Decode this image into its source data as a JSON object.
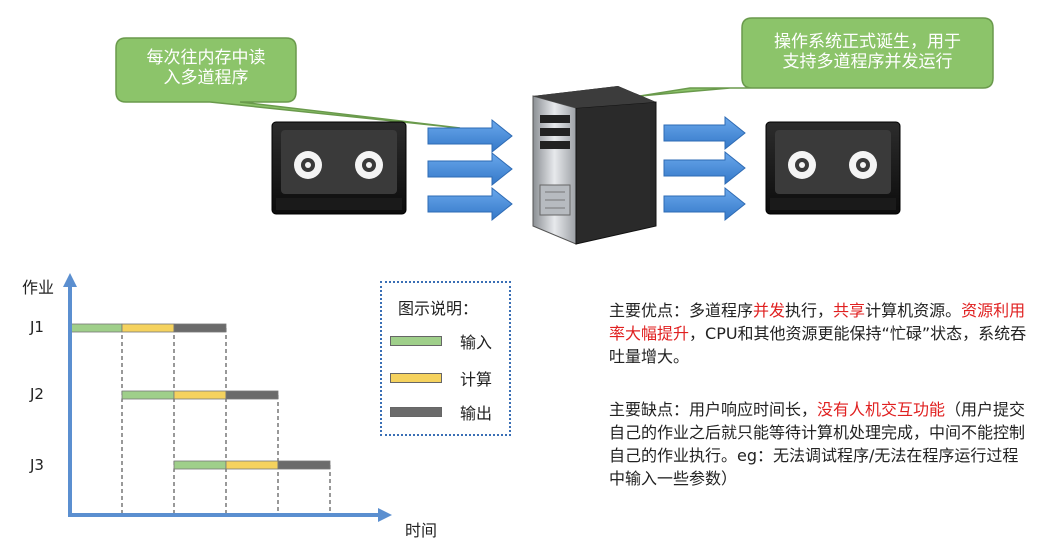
{
  "callouts": {
    "left": {
      "line1": "每次往内存中读",
      "line2": "入多道程序"
    },
    "right": {
      "line1": "操作系统正式诞生，用于",
      "line2": "支持多道程序并发运行"
    }
  },
  "chart_data": {
    "type": "gantt",
    "xlabel": "时间",
    "ylabel": "作业",
    "jobs": [
      {
        "name": "J1",
        "phases": [
          {
            "type": "输入",
            "start": 0,
            "end": 1
          },
          {
            "type": "计算",
            "start": 1,
            "end": 2
          },
          {
            "type": "输出",
            "start": 2,
            "end": 3
          }
        ]
      },
      {
        "name": "J2",
        "phases": [
          {
            "type": "输入",
            "start": 1,
            "end": 2
          },
          {
            "type": "计算",
            "start": 2,
            "end": 3
          },
          {
            "type": "输出",
            "start": 3,
            "end": 4
          }
        ]
      },
      {
        "name": "J3",
        "phases": [
          {
            "type": "输入",
            "start": 2,
            "end": 3
          },
          {
            "type": "计算",
            "start": 3,
            "end": 4
          },
          {
            "type": "输出",
            "start": 4,
            "end": 5
          }
        ]
      }
    ],
    "xlim": [
      0,
      6
    ]
  },
  "legend": {
    "title": "图示说明：",
    "items": [
      {
        "label": "输入",
        "color": "#9fcf8a"
      },
      {
        "label": "计算",
        "color": "#f5d25e"
      },
      {
        "label": "输出",
        "color": "#6b6b6b"
      }
    ]
  },
  "advantages": {
    "p1": "主要优点：多道程序",
    "h1": "并发",
    "p2": "执行，",
    "h2": "共享",
    "p3": "计算机资源。",
    "h3": "资源利用率大幅提升",
    "p4": "，CPU和其他资源更能保持“忙碌”状态，系统吞吐量增大。"
  },
  "disadvantages": {
    "p1": "主要缺点：用户响应时间长，",
    "h1": "没有人机交互功能",
    "p2": "（用户提交自己的作业之后就只能等待计算机处理完成，中间不能控制自己的作业执行。eg：无法调试程序/无法在程序运行过程中输入一些参数）"
  },
  "colors": {
    "axis": "#5b8fd0",
    "callout": "#8cc46a",
    "arrow": "#4f8fd8"
  }
}
